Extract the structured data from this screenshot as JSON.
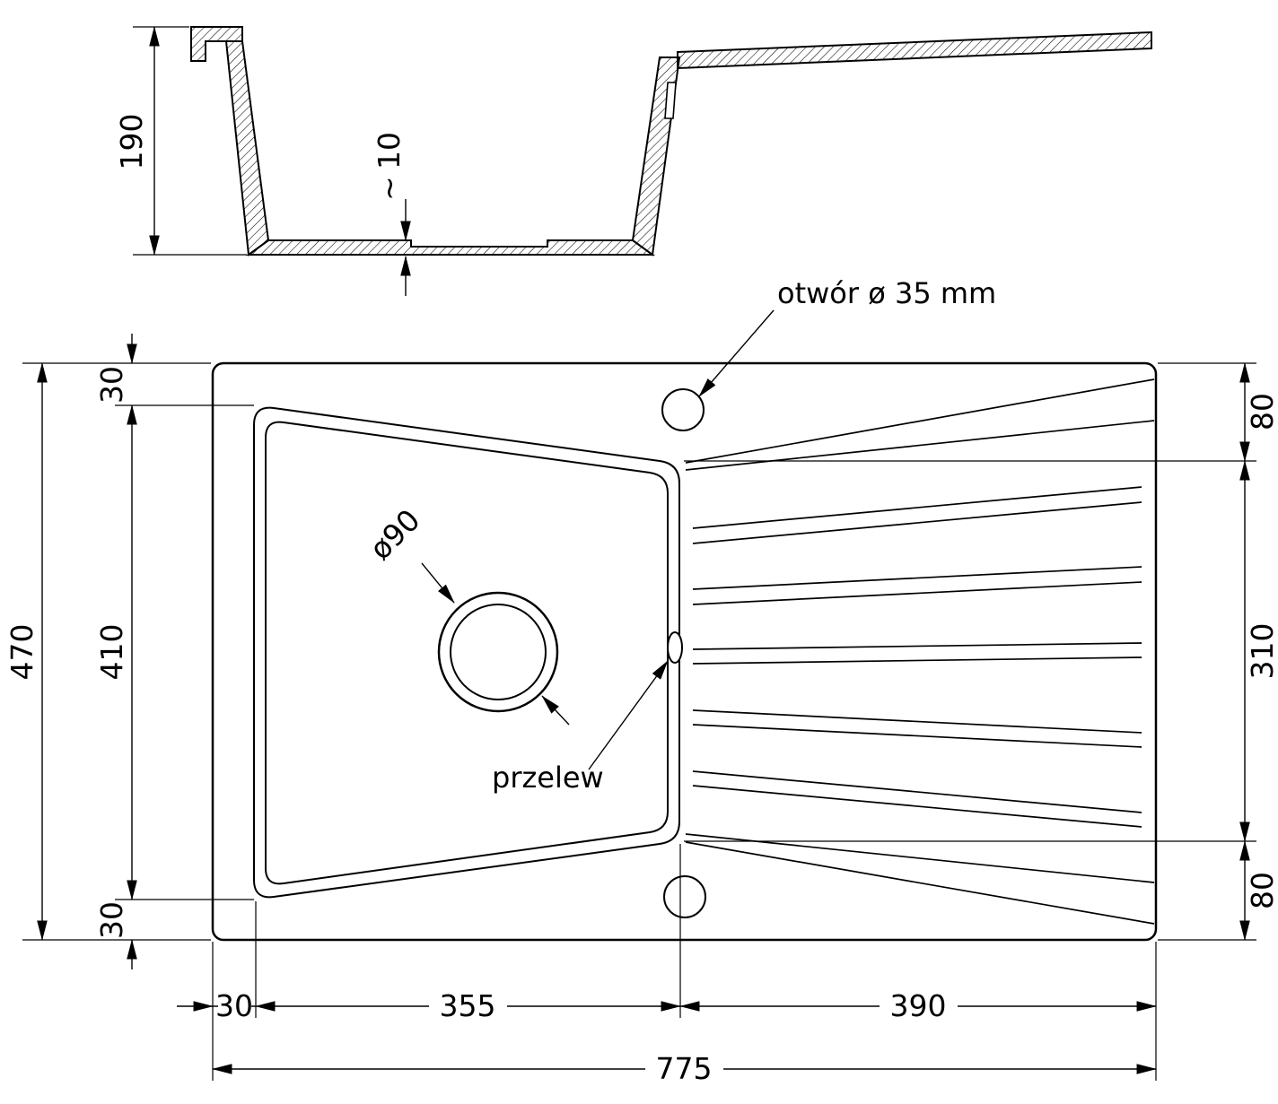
{
  "drawing": {
    "section": {
      "depth": "190",
      "approx": "~",
      "bottom_thickness": "10"
    },
    "plan": {
      "annotations": {
        "tap_hole": "otwór ø 35 mm",
        "drain": "ø90",
        "overflow": "przelew"
      },
      "dims": {
        "overall_height": "470",
        "top_margin": "30",
        "bowl_height": "410",
        "bottom_margin": "30",
        "right_top": "80",
        "drainer_height": "310",
        "right_bottom": "80",
        "left_margin": "30",
        "bowl_width": "355",
        "drainer_width": "390",
        "overall_width": "775"
      }
    }
  }
}
